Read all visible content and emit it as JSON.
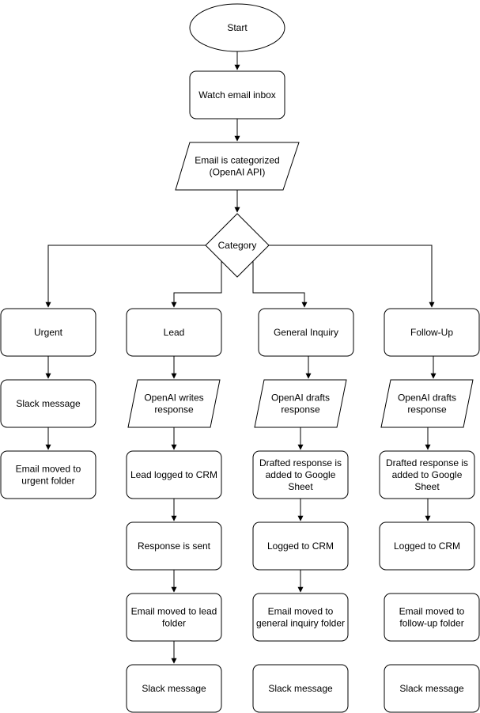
{
  "nodes": {
    "start": {
      "lines": [
        "Start"
      ]
    },
    "watch_inbox": {
      "lines": [
        "Watch email inbox"
      ]
    },
    "categorize": {
      "lines": [
        "Email is categorized",
        "(OpenAI API)"
      ]
    },
    "category": {
      "lines": [
        "Category"
      ]
    },
    "urgent": {
      "lines": [
        "Urgent"
      ]
    },
    "urgent_slack": {
      "lines": [
        "Slack message"
      ]
    },
    "urgent_moved": {
      "lines": [
        "Email moved to",
        "urgent folder"
      ]
    },
    "lead": {
      "lines": [
        "Lead"
      ]
    },
    "lead_openai": {
      "lines": [
        "OpenAI writes",
        "response"
      ]
    },
    "lead_crm": {
      "lines": [
        "Lead logged to CRM"
      ]
    },
    "lead_sent": {
      "lines": [
        "Response is sent"
      ]
    },
    "lead_moved": {
      "lines": [
        "Email moved to lead",
        "folder"
      ]
    },
    "lead_slack": {
      "lines": [
        "Slack message"
      ]
    },
    "general": {
      "lines": [
        "General Inquiry"
      ]
    },
    "general_openai": {
      "lines": [
        "OpenAI drafts",
        "response"
      ]
    },
    "general_sheet": {
      "lines": [
        "Drafted response is",
        "added to Google",
        "Sheet"
      ]
    },
    "general_crm": {
      "lines": [
        "Logged to CRM"
      ]
    },
    "general_moved": {
      "lines": [
        "Email moved to",
        "general inquiry folder"
      ]
    },
    "general_slack": {
      "lines": [
        "Slack message"
      ]
    },
    "followup": {
      "lines": [
        "Follow-Up"
      ]
    },
    "followup_openai": {
      "lines": [
        "OpenAI drafts",
        "response"
      ]
    },
    "followup_sheet": {
      "lines": [
        "Drafted response is",
        "added to Google",
        "Sheet"
      ]
    },
    "followup_crm": {
      "lines": [
        "Logged to CRM"
      ]
    },
    "followup_moved": {
      "lines": [
        "Email moved to",
        "follow-up folder"
      ]
    },
    "followup_slack": {
      "lines": [
        "Slack message"
      ]
    }
  }
}
